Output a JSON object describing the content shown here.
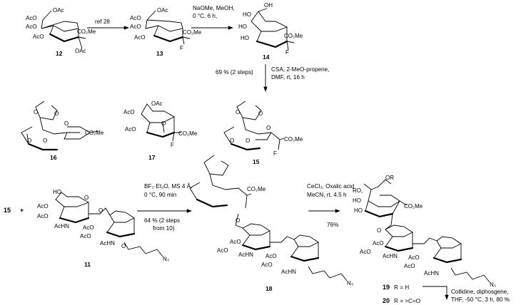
{
  "compounds": {
    "c12": {
      "number": "12",
      "oac_top": "OAc",
      "aco1": "AcO",
      "aco2": "AcO",
      "aco3": "AcO",
      "co2me": "CO₂Me",
      "oac_bottom": "OAc"
    },
    "c13": {
      "number": "13",
      "oac_top": "OAc",
      "aco1": "AcO",
      "aco2": "AcO",
      "aco3": "AcO",
      "co2me": "CO₂Me",
      "f": "F"
    },
    "c14": {
      "number": "14",
      "ho1": "HO",
      "oh": "OH",
      "ho2": "HO",
      "ho3": "HO",
      "co2me": "CO₂Me",
      "f": "F"
    },
    "c16": {
      "number": "16",
      "o1": "O",
      "o2": "O",
      "o3": "O",
      "o4": "O",
      "o5": "O",
      "co2me": "CO₂Me"
    },
    "c17": {
      "number": "17",
      "oac_top": "OAc",
      "aco1": "AcO",
      "aco2": "AcO",
      "o": "O",
      "co2me": "CO₂Me",
      "f": "F"
    },
    "c15": {
      "number": "15",
      "o1": "O",
      "o2": "O",
      "o3": "O",
      "o4": "O",
      "o5": "O",
      "co2me": "CO₂Me",
      "f": "F"
    },
    "c11": {
      "number": "11",
      "ho": "HO",
      "aco1": "AcO",
      "aco2": "AcO",
      "achn1": "AcHN",
      "aco3": "AcO",
      "aco4": "AcO",
      "achn2": "AcHN",
      "n3": "N₃",
      "o1": "O",
      "o2": "O",
      "o3": "O"
    },
    "c18": {
      "number": "18",
      "co2me": "CO₂Me",
      "aco1": "AcO",
      "aco2": "AcO",
      "achn1": "AcHN",
      "aco3": "AcO",
      "aco4": "AcO",
      "achn2": "AcHN",
      "n3": "N₃",
      "o": "O"
    },
    "c19": {
      "number": "19",
      "r_def": "R = H",
      "ro": "RO,",
      "or": "OR",
      "ho1": "HO",
      "ho2": "HO",
      "co2me": "CO₂Me",
      "aco1": "AcO",
      "aco2": "AcO",
      "achn1": "AcHN",
      "aco3": "AcO",
      "aco4": "AcO",
      "achn2": "AcHN",
      "n3": "N₃",
      "o": "O"
    },
    "c20": {
      "number": "20",
      "r_def": "R = >C=O"
    }
  },
  "reactions": {
    "r12_13": {
      "line1": "ref 28"
    },
    "r13_14": {
      "line1": "NaOMe, MeOH,",
      "line2": "0 °C, 6 h,"
    },
    "r14_15": {
      "yield": "69 % (2 steps)",
      "line1": "CSA, 2-MeO-propene,",
      "line2": "DMF, rt, 16 h"
    },
    "coupling": {
      "lhs_15": "15",
      "plus": "+",
      "line1": "BF₃·Et₂O, MS 4 Å,",
      "line2": "0 °C, 90 min",
      "line3": "64 % (2 steps",
      "line4": "from 10)"
    },
    "r18_19": {
      "line1": "CeCl₃, Oxalic acid",
      "line2": "MeCN, rt, 4.5 h",
      "yield": "76%"
    },
    "r19_20": {
      "line1": "Collidine, diphosgene,",
      "line2": "THF, -50 °C, 3 h, 80 %"
    }
  }
}
